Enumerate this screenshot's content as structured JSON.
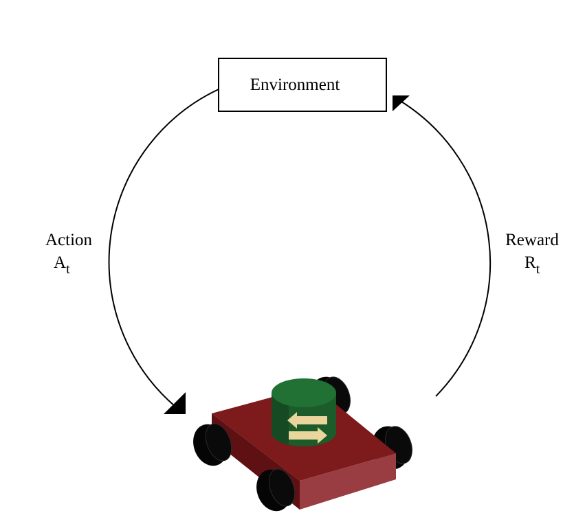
{
  "environment": {
    "label": "Environment"
  },
  "action": {
    "label": "Action",
    "symbol": "A",
    "subscript": "t"
  },
  "reward": {
    "label": "Reward",
    "symbol": "R",
    "subscript": "t"
  },
  "agent": {
    "icon": "robot-car-icon",
    "colors": {
      "chassis_top": "#7d1a1c",
      "chassis_front": "#993d42",
      "chassis_side": "#5e1013",
      "wheel": "#050505",
      "wheel_rim": "#3a3a3a",
      "cylinder_body": "#1b5c2a",
      "cylinder_top": "#217034",
      "arrows": "#ead59c"
    }
  },
  "colors": {
    "line": "#000000",
    "background": "#ffffff"
  }
}
